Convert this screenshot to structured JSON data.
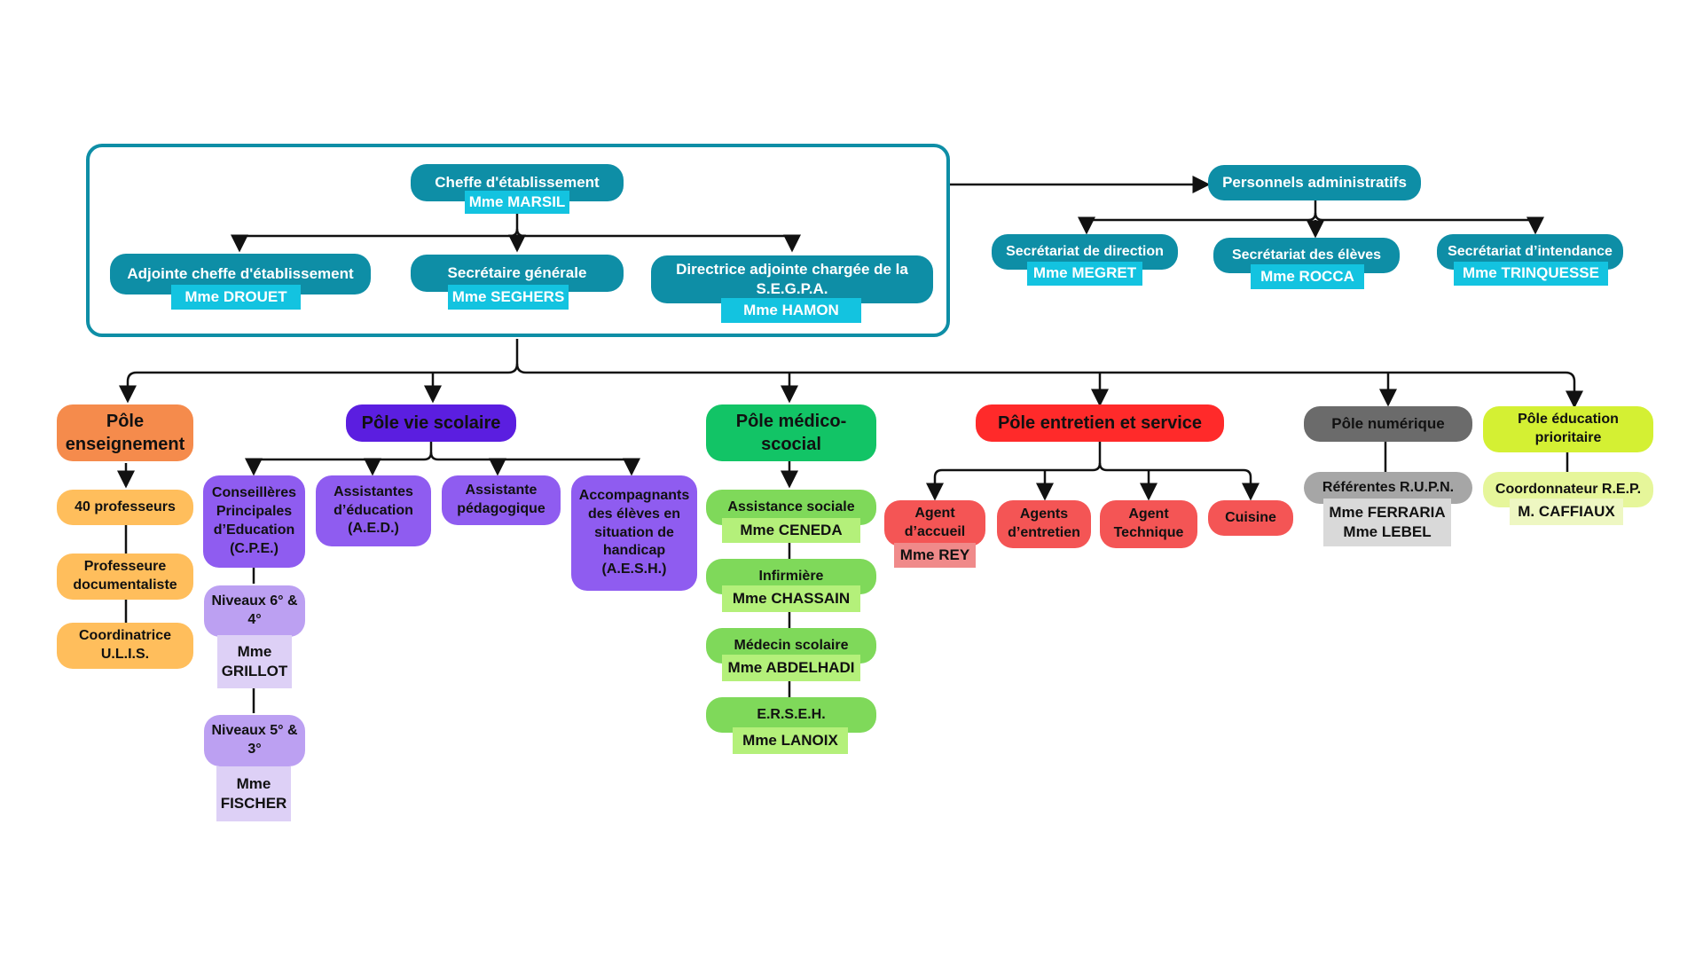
{
  "direction": {
    "cheffe": {
      "title": "Cheffe d'établissement",
      "name": "Mme MARSIL"
    },
    "adjointe": {
      "title": "Adjointe cheffe d'établissement",
      "name": "Mme DROUET"
    },
    "secretaire_generale": {
      "title": "Secrétaire générale",
      "name": "Mme SEGHERS"
    },
    "directrice_segpa": {
      "title": "Directrice adjointe chargée de la S.E.G.P.A.",
      "name": "Mme HAMON"
    }
  },
  "administratif": {
    "title": "Personnels administratifs",
    "direction": {
      "title": "Secrétariat de direction",
      "name": "Mme MEGRET"
    },
    "eleves": {
      "title": "Secrétariat des élèves",
      "name": "Mme ROCCA"
    },
    "intendance": {
      "title": "Secrétariat d’intendance",
      "name": "Mme TRINQUESSE"
    }
  },
  "enseignement": {
    "title": "Pôle enseignement",
    "professeurs": "40 professeurs",
    "documentaliste": "Professeure documentaliste",
    "ulis": "Coordinatrice U.L.I.S."
  },
  "vie_scolaire": {
    "title": "Pôle vie scolaire",
    "cpe": "Conseillères Principales d’Education (C.P.E.)",
    "aed": "Assistantes d’éducation (A.E.D.)",
    "assistante_peda": "Assistante pédagogique",
    "aesh": "Accompagnants des élèves en situation de handicap (A.E.S.H.)",
    "niveaux_1": {
      "title": "Niveaux 6° & 4°",
      "name": "Mme GRILLOT"
    },
    "niveaux_2": {
      "title": "Niveaux 5° & 3°",
      "name": "Mme FISCHER"
    }
  },
  "medico_social": {
    "title": "Pôle médico-scocial",
    "assistance": {
      "title": "Assistance sociale",
      "name": "Mme CENEDA"
    },
    "infirmiere": {
      "title": "Infirmière",
      "name": "Mme CHASSAIN"
    },
    "medecin": {
      "title": "Médecin scolaire",
      "name": "Mme ABDELHADI"
    },
    "erseh": {
      "title": "E.R.S.E.H.",
      "name": "Mme LANOIX"
    }
  },
  "entretien": {
    "title": "Pôle entretien et service",
    "accueil": {
      "title": "Agent d’accueil",
      "name": "Mme REY"
    },
    "agents_entretien": "Agents d’entretien",
    "technique": "Agent Technique",
    "cuisine": "Cuisine"
  },
  "numerique": {
    "title": "Pôle numérique",
    "referentes": {
      "title": "Référentes R.U.P.N.",
      "name1": "Mme FERRARIA",
      "name2": "Mme LEBEL"
    }
  },
  "education_prioritaire": {
    "title": "Pôle éducation prioritaire",
    "coordonnateur": {
      "title": "Coordonnateur R.E.P.",
      "name": "M. CAFFIAUX"
    }
  },
  "colors": {
    "direction": "#0e8ea6",
    "enseignement": "#f58b4c",
    "vie_scolaire": "#5b1ee0",
    "medico_social": "#12c466",
    "entretien": "#ff2a2a",
    "numerique": "#6b6b6b",
    "education_prioritaire": "#d4f033"
  }
}
